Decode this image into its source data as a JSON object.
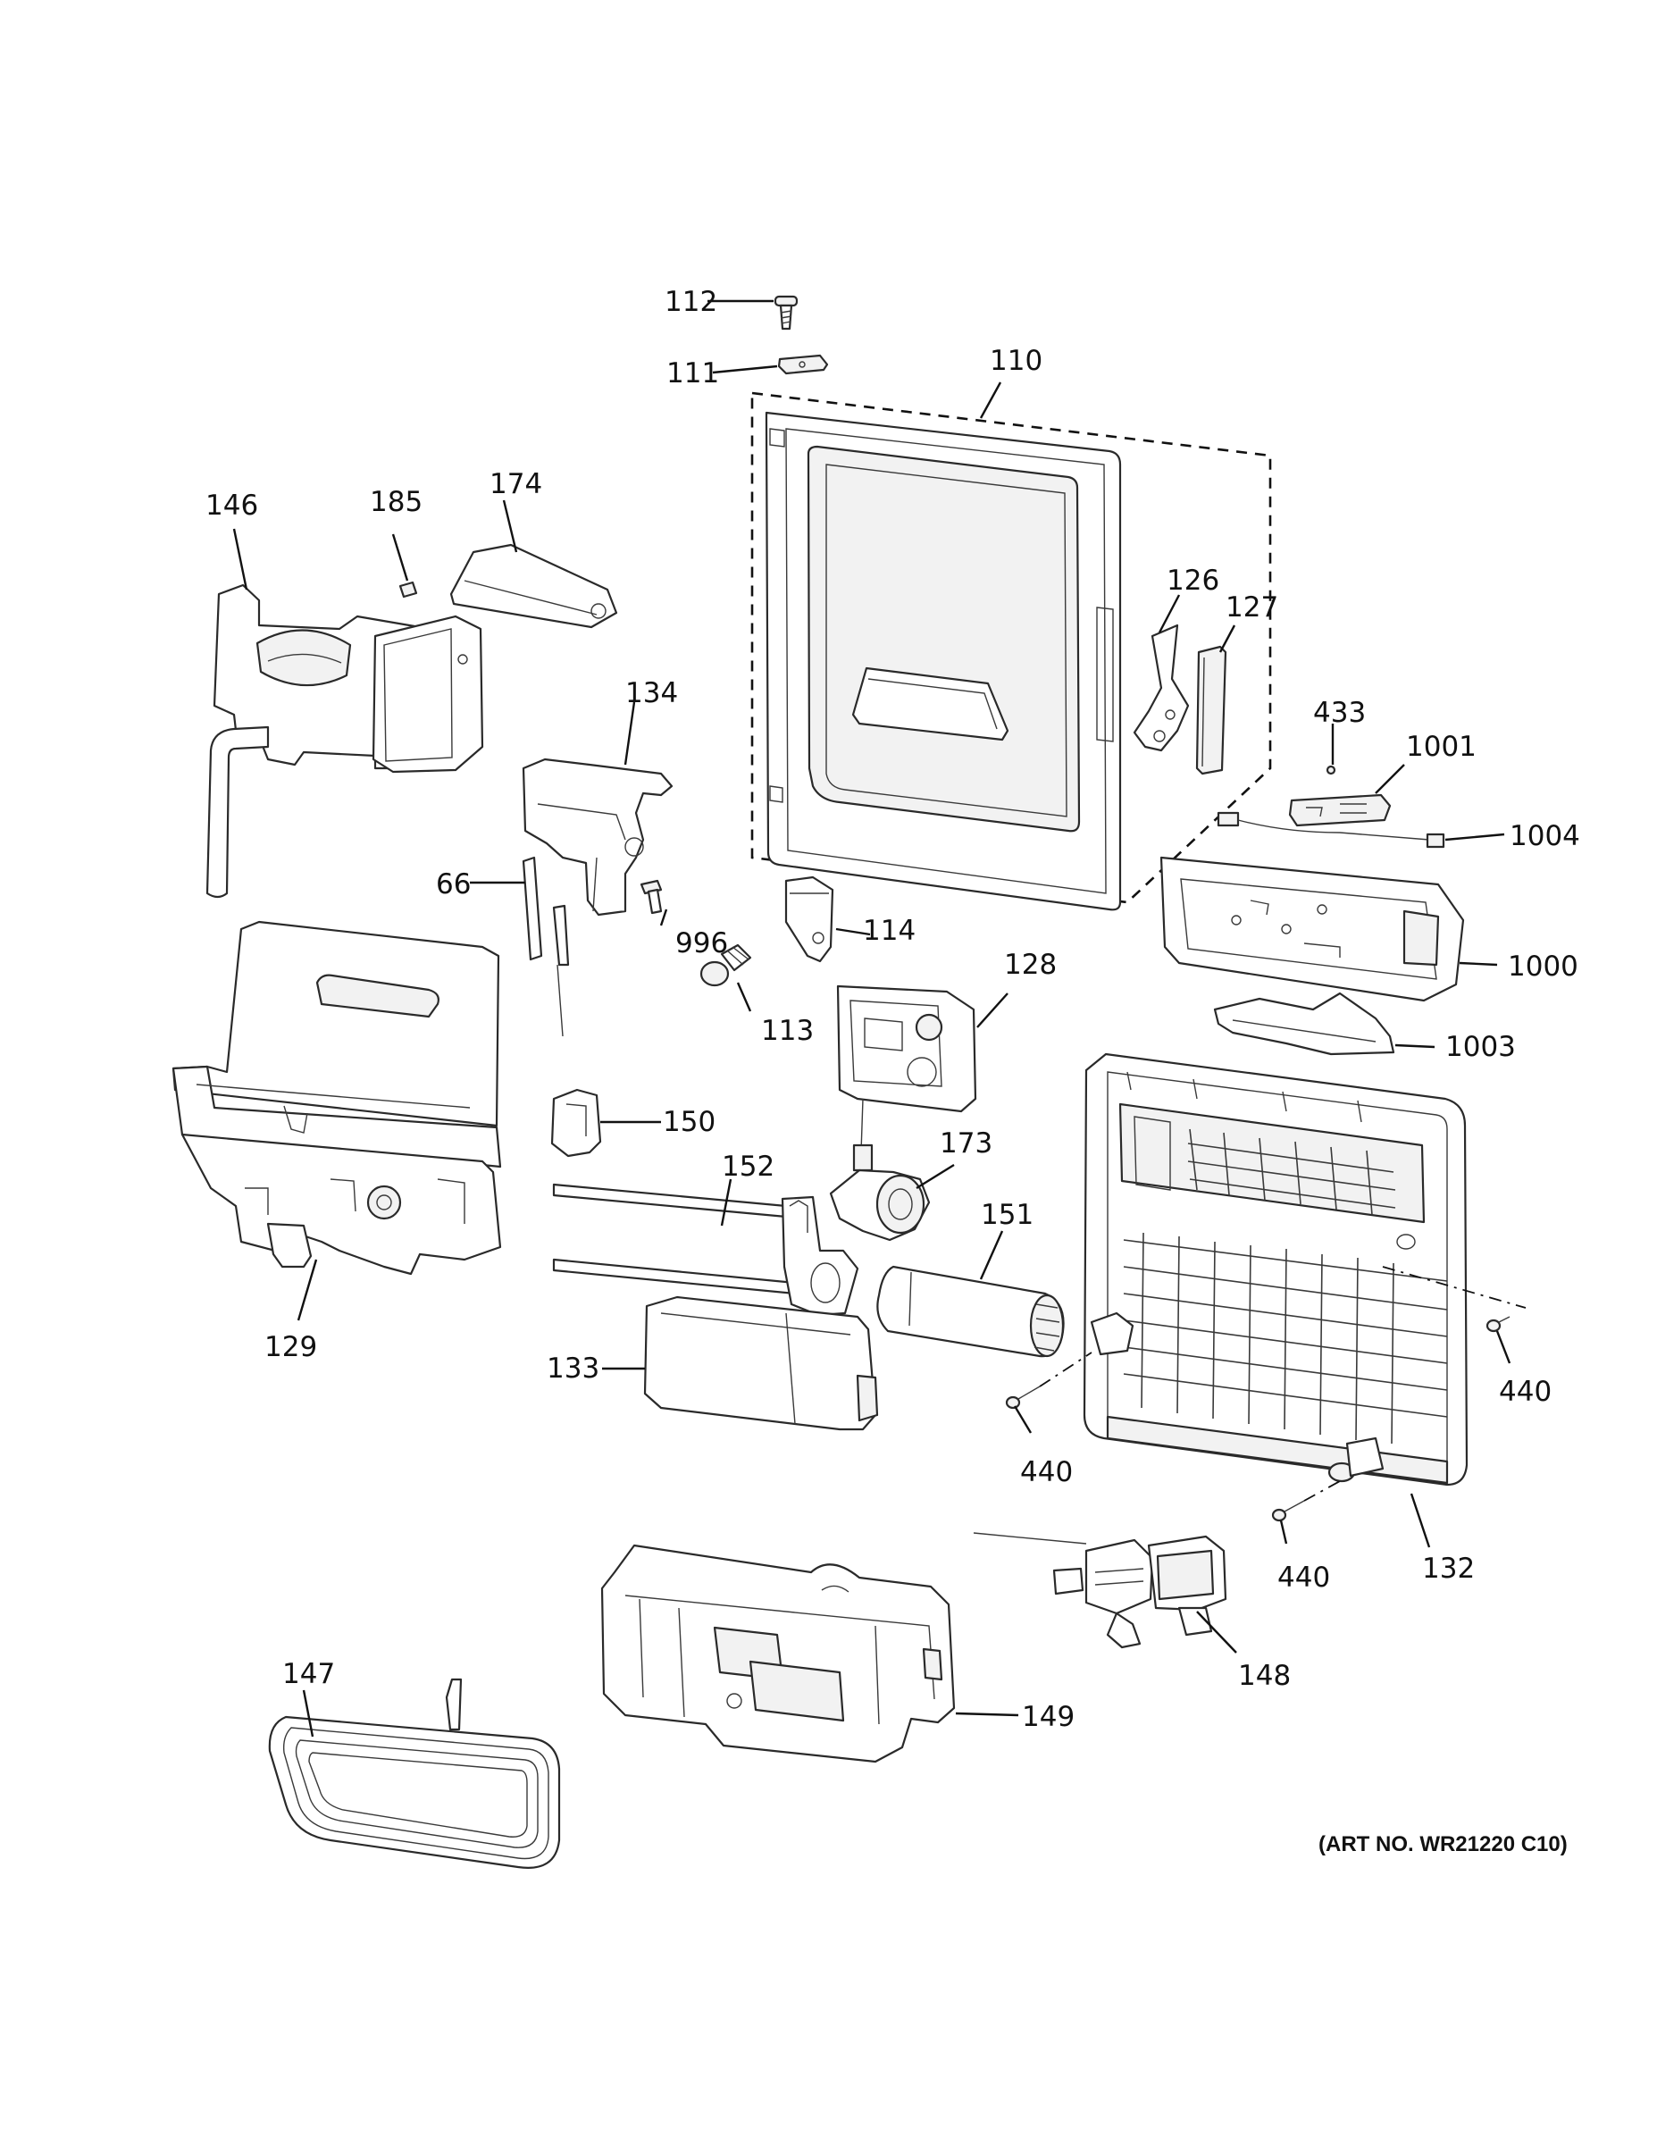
{
  "art_number": "(ART NO. WR21220 C10)",
  "labels": {
    "l112": "112",
    "l111": "111",
    "l110": "110",
    "l146": "146",
    "l185": "185",
    "l174": "174",
    "l126": "126",
    "l127": "127",
    "l134": "134",
    "l433": "433",
    "l1001": "1001",
    "l1004": "1004",
    "l66": "66",
    "l996": "996",
    "l114": "114",
    "l1000": "1000",
    "l128": "128",
    "l113": "113",
    "l1003": "1003",
    "l150": "150",
    "l173": "173",
    "l152": "152",
    "l151": "151",
    "l129": "129",
    "l440a": "440",
    "l133": "133",
    "l440b": "440",
    "l440c": "440",
    "l132": "132",
    "l147": "147",
    "l148": "148",
    "l149": "149"
  }
}
